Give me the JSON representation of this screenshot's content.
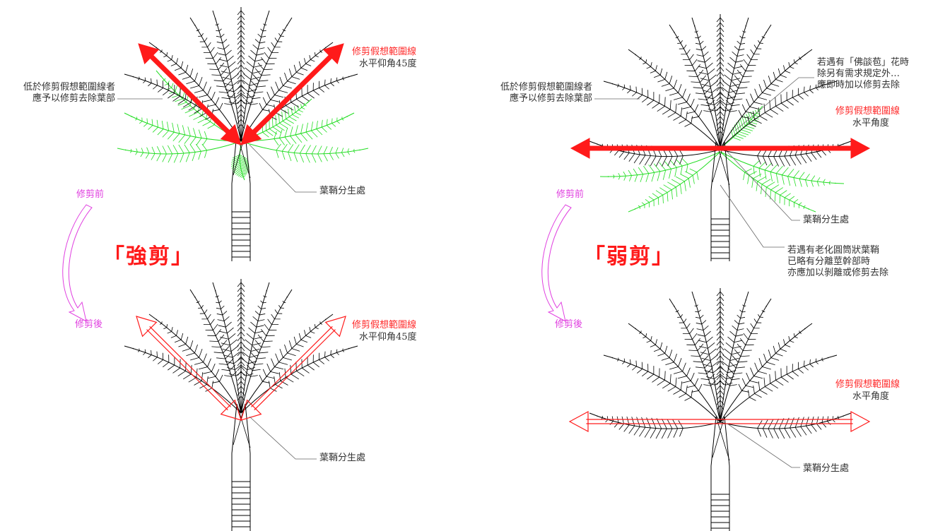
{
  "strong_cut": {
    "title": "「強剪」",
    "line_label": "修剪假想範圍線",
    "angle_label": "水平仰角45度",
    "remove_note_1": "低於修剪假想範圍線者",
    "remove_note_2": "應予以修剪去除葉部",
    "sheath_label_before": "葉鞘分生處",
    "sheath_label_after": "葉鞘分生處",
    "before_label": "修剪前",
    "after_label": "修剪後",
    "line_label_after": "修剪假想範圍線",
    "angle_label_after": "水平仰角45度"
  },
  "weak_cut": {
    "title": "「弱剪」",
    "line_label": "修剪假想範圍線",
    "angle_label": "水平角度",
    "remove_note_1": "低於修剪假想範圍線者",
    "remove_note_2": "應予以修剪去除葉部",
    "flower_note_1": "若遇有「佛燄苞」花時",
    "flower_note_2": "除另有需求規定外…",
    "flower_note_3": "應即時加以修剪去除",
    "sheath_label_before": "葉鞘分生處",
    "sheath_label_after": "葉鞘分生處",
    "old_sheath_note_1": "若遇有老化圓筒狀葉鞘",
    "old_sheath_note_2": "已略有分離莖幹部時",
    "old_sheath_note_3": "亦應加以剝離或修剪去除",
    "before_label": "修剪前",
    "after_label": "修剪後",
    "line_label_after": "修剪假想範圍線",
    "angle_label_after": "水平角度"
  },
  "colors": {
    "cut_line": "#ff1a1a",
    "removed_leaves": "#22dd22",
    "tree": "#000000",
    "arrow": "#e040e0",
    "leader": "#666666"
  }
}
